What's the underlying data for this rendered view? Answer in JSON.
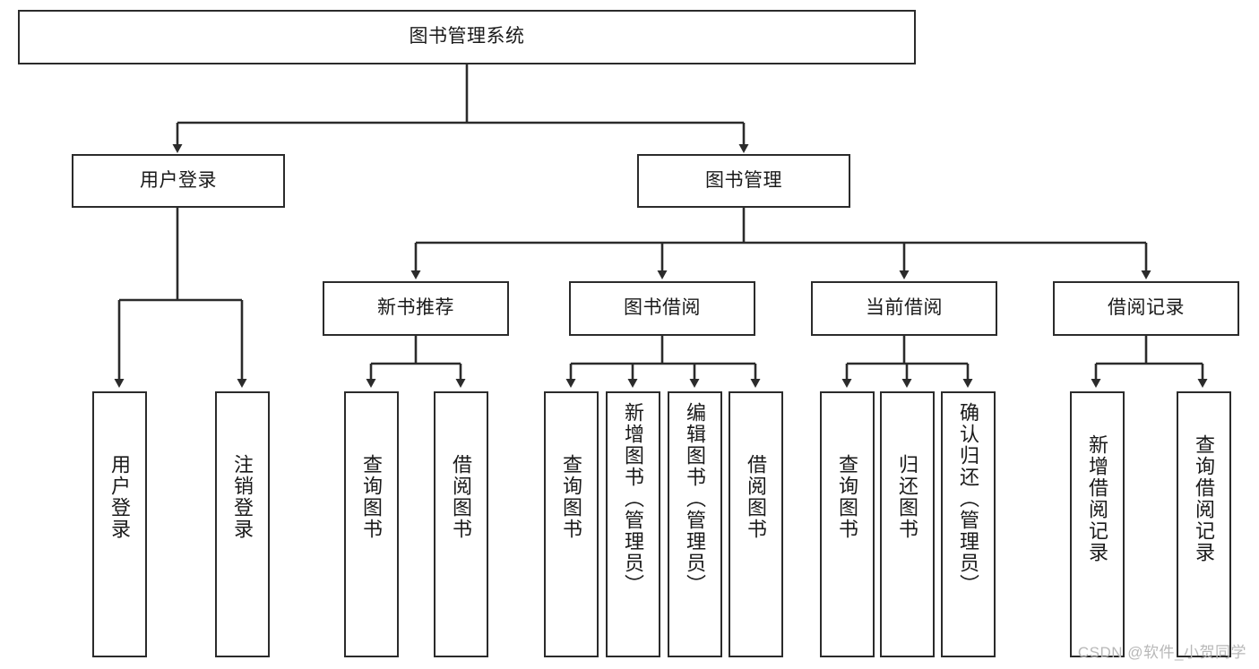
{
  "diagram": {
    "title": "图书管理系统",
    "watermark": "CSDN @软件_小贺同学",
    "stroke_color": "#2b2b2b",
    "fill_color": "#ffffff",
    "text_color": "#1a1a1a",
    "background": "#ffffff",
    "root": {
      "label": "图书管理系统"
    },
    "level2": [
      {
        "label": "用户登录"
      },
      {
        "label": "图书管理"
      }
    ],
    "level3": [
      {
        "label": "新书推荐"
      },
      {
        "label": "图书借阅"
      },
      {
        "label": "当前借阅"
      },
      {
        "label": "借阅记录"
      }
    ],
    "leaves_user_login": [
      {
        "label": "用户登录"
      },
      {
        "label": "注销登录"
      }
    ],
    "leaves_new_books": [
      {
        "label": "查询图书"
      },
      {
        "label": "借阅图书"
      }
    ],
    "leaves_borrow": [
      {
        "label": "查询图书"
      },
      {
        "label": "新增图书（管理员）"
      },
      {
        "label": "编辑图书（管理员）"
      },
      {
        "label": "借阅图书"
      }
    ],
    "leaves_current": [
      {
        "label": "查询图书"
      },
      {
        "label": "归还图书"
      },
      {
        "label": "确认归还（管理员）"
      }
    ],
    "leaves_records": [
      {
        "label": "新增借阅记录"
      },
      {
        "label": "查询借阅记录"
      }
    ]
  }
}
